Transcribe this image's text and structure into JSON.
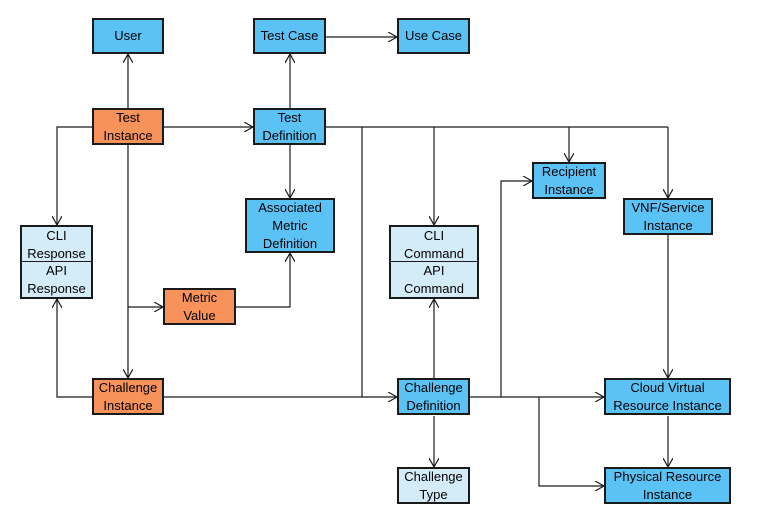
{
  "nodes": {
    "user": "User",
    "test_case": "Test Case",
    "use_case": "Use Case",
    "test_instance": "Test\nInstance",
    "test_definition": "Test\nDefinition",
    "associated_metric_definition": "Associated\nMetric\nDefinition",
    "recipient_instance": "Recipient\nInstance",
    "vnf_service_instance": "VNF/Service\nInstance",
    "cli_response": "CLI\nResponse",
    "api_response": "API\nResponse",
    "cli_command": "CLI\nCommand",
    "api_command": "API\nCommand",
    "metric_value": "Metric\nValue",
    "challenge_instance": "Challenge\nInstance",
    "challenge_definition": "Challenge\nDefinition",
    "cloud_virtual_resource_instance": "Cloud Virtual\nResource Instance",
    "challenge_type": "Challenge\nType",
    "physical_resource_instance": "Physical Resource\nInstance"
  },
  "colors": {
    "entity_blue": "#5bc2f6",
    "instance_orange": "#f7925b",
    "light_blue": "#d4ecf8",
    "line": "#1a1a1a"
  }
}
